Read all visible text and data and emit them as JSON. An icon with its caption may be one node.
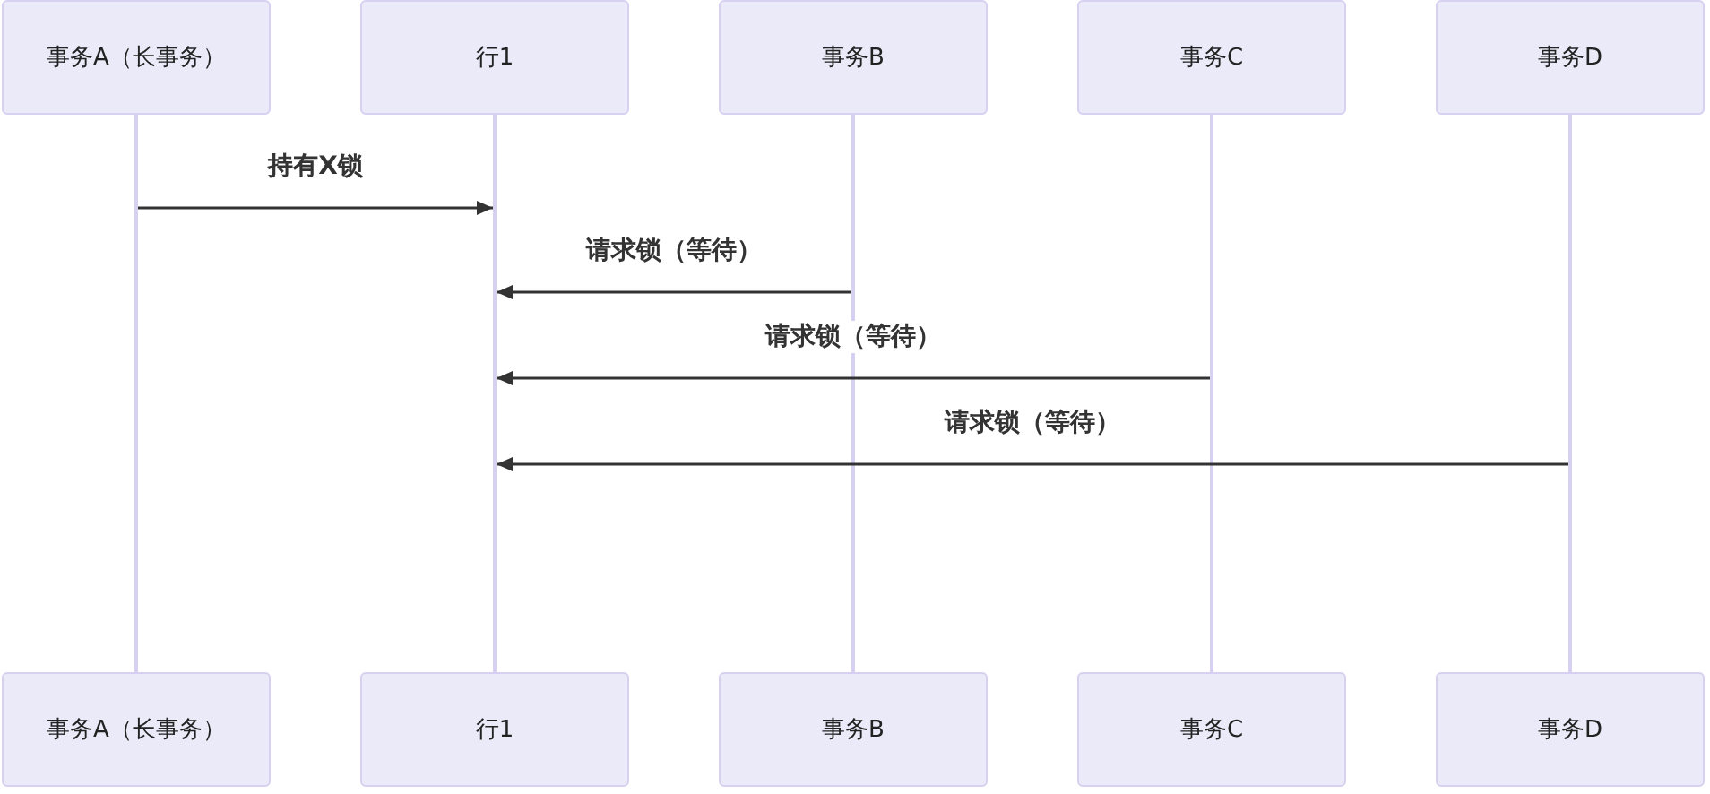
{
  "diagram": {
    "nodes": [
      {
        "text": [
          "事务A（长事务）"
        ]
      },
      {
        "text": [
          "行1"
        ]
      },
      {
        "text": [
          "事务B"
        ]
      },
      {
        "text": [
          "事务C"
        ]
      },
      {
        "text": [
          "事务D"
        ]
      },
      {
        "text": [
          "事务A（长事务）"
        ]
      },
      {
        "text": [
          "行1"
        ]
      },
      {
        "text": [
          "事务B"
        ]
      },
      {
        "text": [
          "事务C"
        ]
      },
      {
        "text": [
          "事务D"
        ]
      },
      {
        "text": [],
        "shape": "line"
      },
      {
        "text": [],
        "shape": "line"
      },
      {
        "text": [],
        "shape": "line"
      },
      {
        "text": [],
        "shape": "line"
      },
      {
        "text": [],
        "shape": "line"
      }
    ],
    "edges": [
      {
        "from": 10,
        "to": 11,
        "arrow": "to",
        "label": "持有X锁"
      },
      {
        "from": 12,
        "to": 11,
        "arrow": "to",
        "label": "请求锁（等待）"
      },
      {
        "from": 13,
        "to": 11,
        "arrow": "to",
        "label": "请求锁（等待）"
      },
      {
        "from": 14,
        "to": 11,
        "arrow": "to",
        "label": "请求锁（等待）"
      }
    ]
  }
}
